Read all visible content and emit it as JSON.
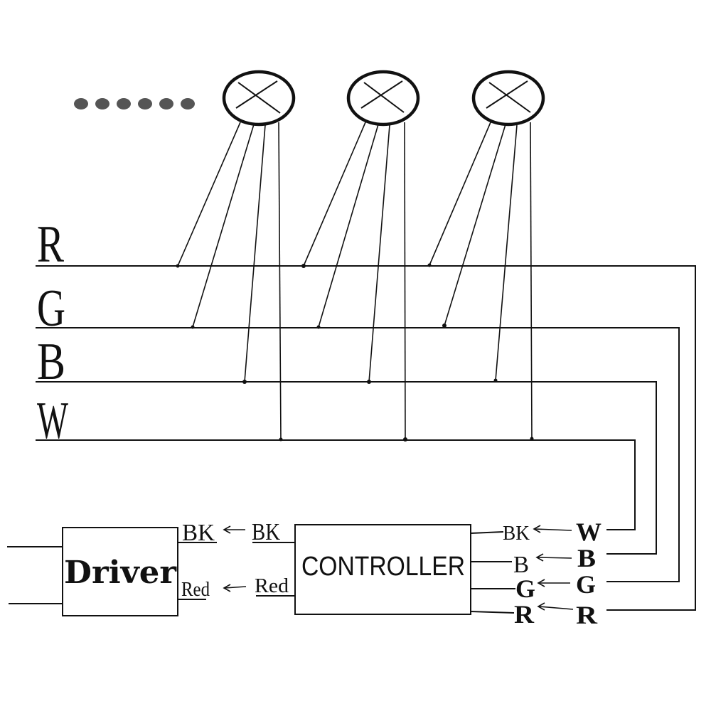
{
  "buses": [
    {
      "label": "R"
    },
    {
      "label": "G"
    },
    {
      "label": "B"
    },
    {
      "label": "W"
    }
  ],
  "controller": {
    "title": "CONTROLLER",
    "left_terminals": [
      "BK",
      "Red"
    ],
    "right_terminals": [
      "BK",
      "B",
      "G",
      "R"
    ],
    "inputs": [
      "W",
      "B",
      "G",
      "R"
    ]
  },
  "driver": {
    "title": "Driver",
    "terminals": [
      "BK",
      "Red"
    ]
  }
}
